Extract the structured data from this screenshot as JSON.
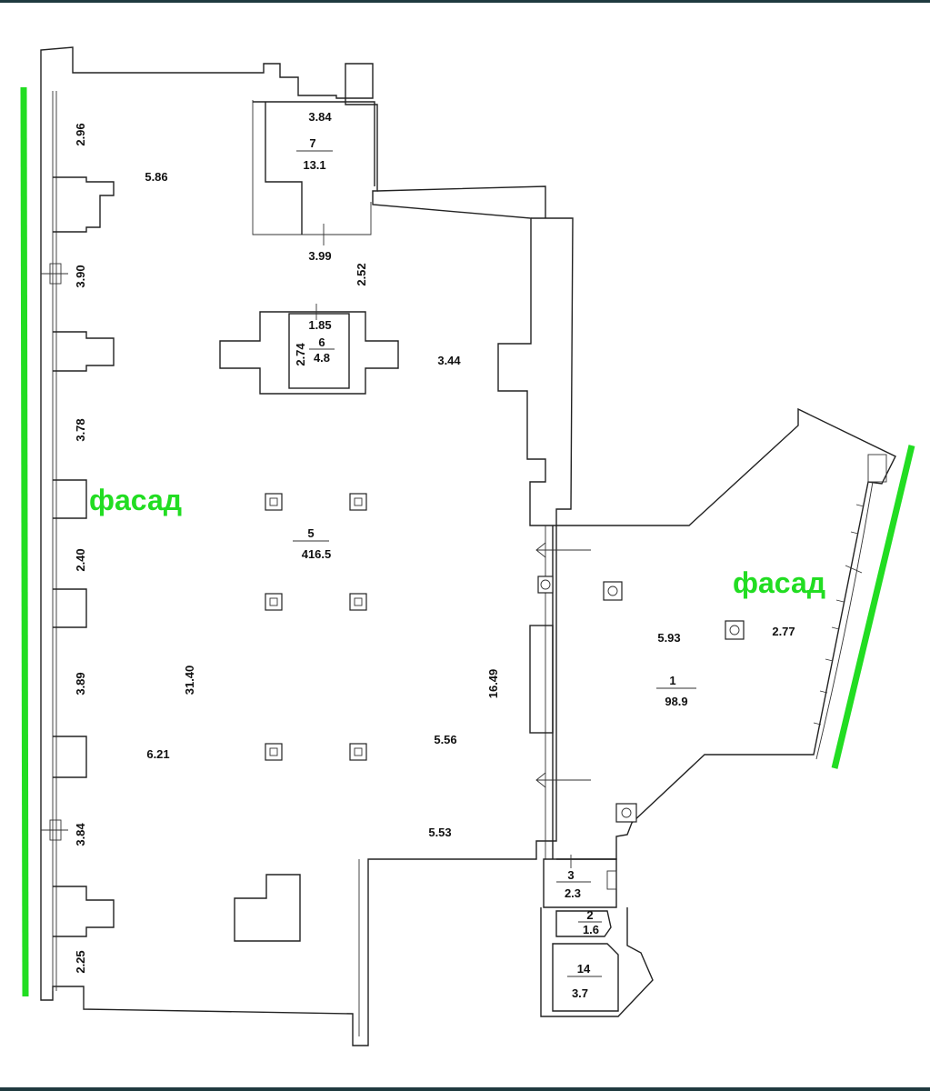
{
  "colors": {
    "facade": "#22dd22",
    "frame": "#1f3a3f",
    "wall": "#222222"
  },
  "facade_label": "фасад",
  "rooms": [
    {
      "id": "room-7",
      "number": "7",
      "area": "13.1"
    },
    {
      "id": "room-6",
      "number": "6",
      "area": "4.8"
    },
    {
      "id": "room-5",
      "number": "5",
      "area": "416.5"
    },
    {
      "id": "room-1",
      "number": "1",
      "area": "98.9"
    },
    {
      "id": "room-3",
      "number": "3",
      "area": "2.3"
    },
    {
      "id": "room-2",
      "number": "2",
      "area": "1.6"
    },
    {
      "id": "room-14",
      "number": "14",
      "area": "3.7"
    }
  ],
  "dimensions": [
    "2.96",
    "3.84",
    "5.86",
    "3.99",
    "2.52",
    "3.90",
    "1.85",
    "2.74",
    "3.44",
    "3.78",
    "2.40",
    "3.89",
    "31.40",
    "16.49",
    "6.21",
    "5.56",
    "5.53",
    "3.84",
    "2.25",
    "5.93",
    "2.77"
  ]
}
